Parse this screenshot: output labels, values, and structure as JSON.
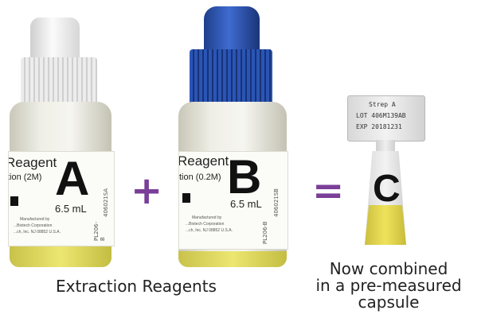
{
  "bottle_a": {
    "reagent": "Reagent",
    "concentration": "tion (2M)",
    "letter": "A",
    "volume": "6.5 mL",
    "manufacturer_lines": [
      "Manufactured by",
      "...Biotech Corporation",
      "...ch, Inc. NJ 08852 U.S.A."
    ],
    "code": "PL206-B",
    "lot_code": "406021SA"
  },
  "bottle_b": {
    "reagent": "Reagent",
    "concentration": "tion (0.2M)",
    "letter": "B",
    "volume": "6.5 mL",
    "manufacturer_lines": [
      "Manufactured by",
      "...Biotech Corporation",
      "...ch, Inc. NJ 08852 U.S.A."
    ],
    "code": "PL206-B",
    "lot_code": "406021SB"
  },
  "plus_symbol": "+",
  "equals_symbol": "=",
  "capsule": {
    "tag_lines": [
      "Strep A",
      "LOT 406M139AB",
      "EXP 20181231"
    ],
    "letter": "C"
  },
  "captions": {
    "left": "Extraction Reagents",
    "right_lines": [
      "Now combined",
      "in a pre-measured",
      "capsule"
    ]
  },
  "colors": {
    "operator": "#7a3f98",
    "cap_a": "#f2f2f2",
    "cap_b": "#2a55b5",
    "liquid": "#e6df62"
  }
}
